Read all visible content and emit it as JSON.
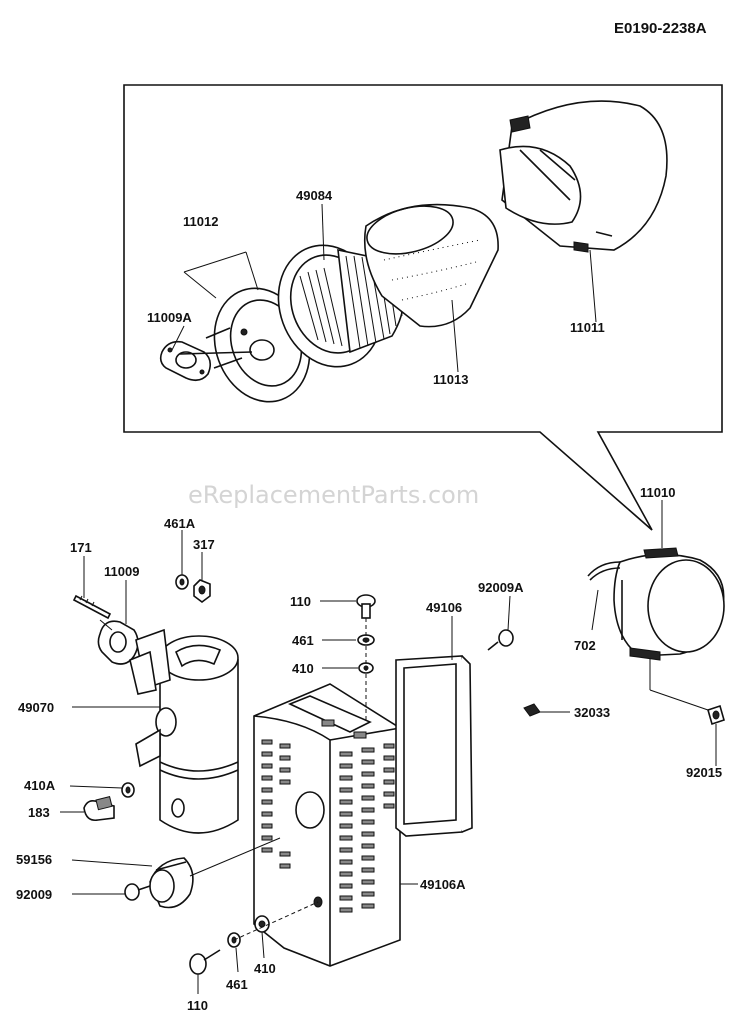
{
  "diagram_code": "E0190-2238A",
  "watermark": "eReplacementParts.com",
  "parts": [
    {
      "id": "p-11012",
      "label": "11012"
    },
    {
      "id": "p-49084",
      "label": "49084"
    },
    {
      "id": "p-11009a",
      "label": "11009A"
    },
    {
      "id": "p-11013",
      "label": "11013"
    },
    {
      "id": "p-11011",
      "label": "11011"
    },
    {
      "id": "p-11010",
      "label": "11010"
    },
    {
      "id": "p-461a",
      "label": "461A"
    },
    {
      "id": "p-317",
      "label": "317"
    },
    {
      "id": "p-171",
      "label": "171"
    },
    {
      "id": "p-11009",
      "label": "11009"
    },
    {
      "id": "p-110-top",
      "label": "110"
    },
    {
      "id": "p-92009a",
      "label": "92009A"
    },
    {
      "id": "p-49106",
      "label": "49106"
    },
    {
      "id": "p-461-top",
      "label": "461"
    },
    {
      "id": "p-410-top",
      "label": "410"
    },
    {
      "id": "p-702",
      "label": "702"
    },
    {
      "id": "p-49070",
      "label": "49070"
    },
    {
      "id": "p-32033",
      "label": "32033"
    },
    {
      "id": "p-410a",
      "label": "410A"
    },
    {
      "id": "p-183",
      "label": "183"
    },
    {
      "id": "p-92015",
      "label": "92015"
    },
    {
      "id": "p-59156",
      "label": "59156"
    },
    {
      "id": "p-92009",
      "label": "92009"
    },
    {
      "id": "p-49106a",
      "label": "49106A"
    },
    {
      "id": "p-410-bottom",
      "label": "410"
    },
    {
      "id": "p-461-bottom",
      "label": "461"
    },
    {
      "id": "p-110-bottom",
      "label": "110"
    }
  ]
}
